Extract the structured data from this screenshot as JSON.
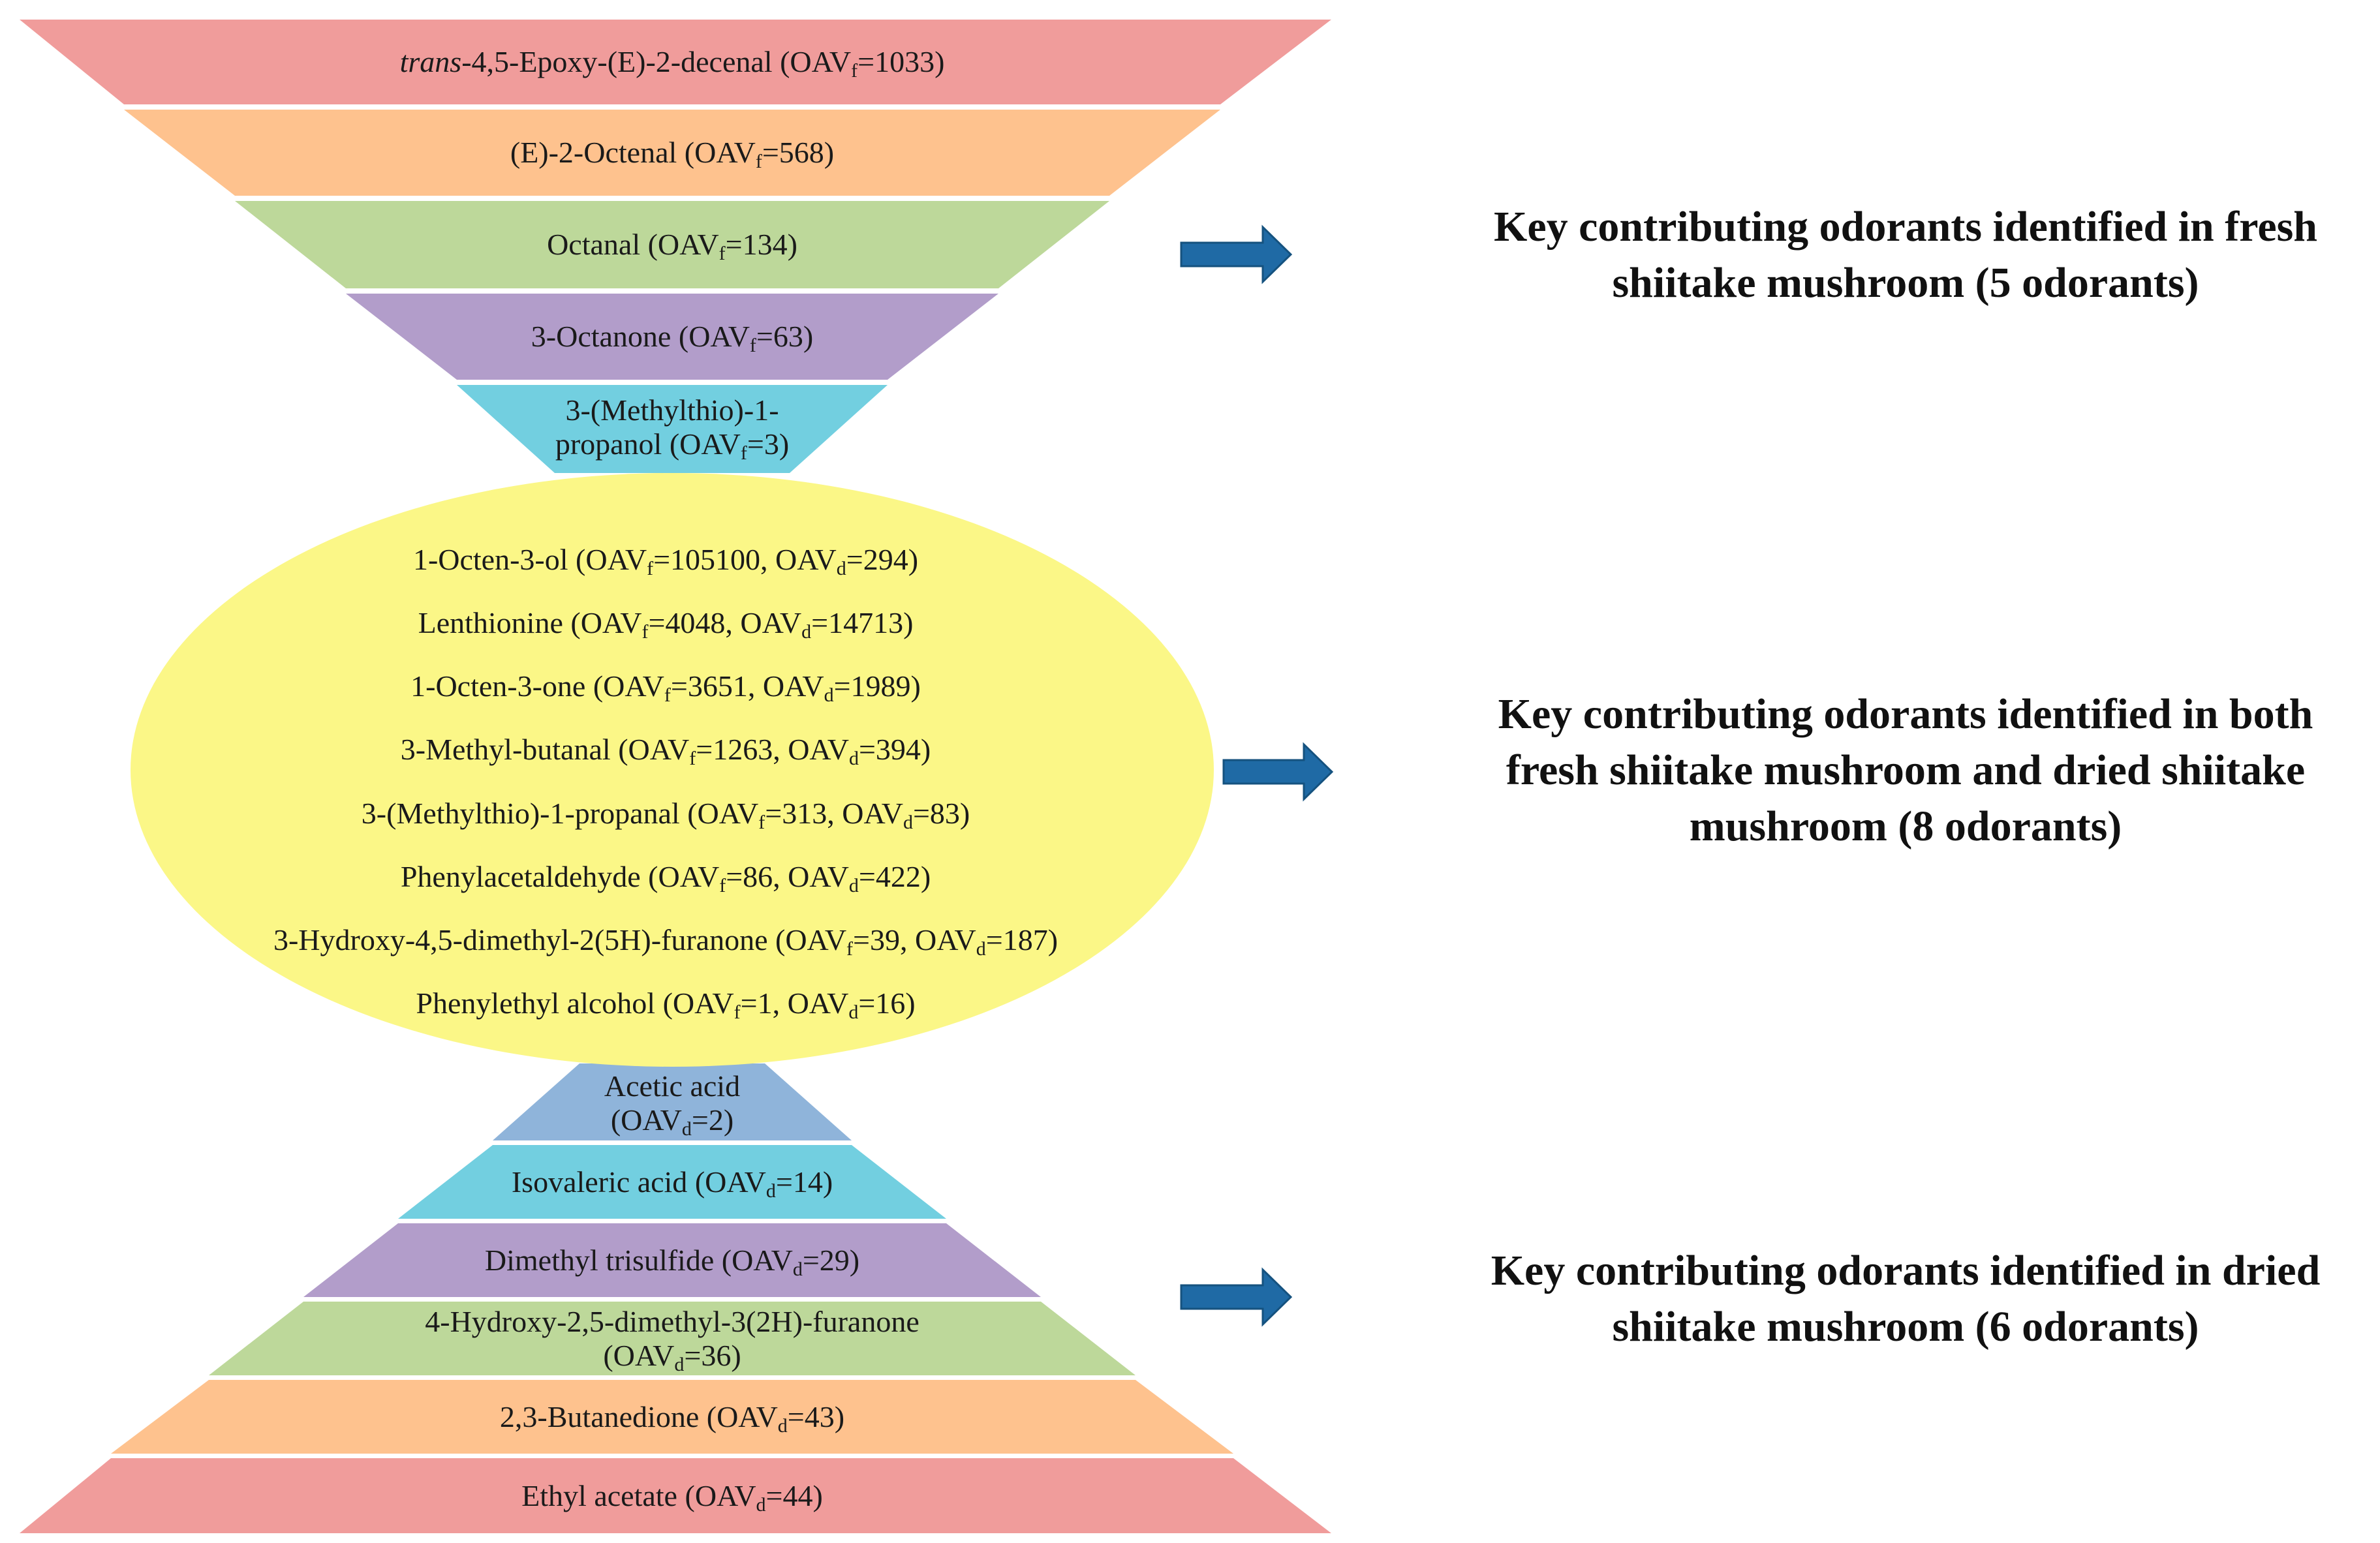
{
  "colors": {
    "red": "#f09c9b",
    "orange": "#fec28e",
    "green": "#bdd89a",
    "purple": "#b29dca",
    "cyan": "#72cfe0",
    "blue": "#8fb4da",
    "ellipse": "#fbf787",
    "arrow": "#1f6aa5",
    "arrow_edge": "#15527f"
  },
  "fresh_bands": [
    {
      "name_italic": "trans",
      "name": "-4,5-Epoxy-(E)-2-decenal",
      "oav": [
        {
          "label": "OAV",
          "sub": "f",
          "value": "1033"
        }
      ]
    },
    {
      "name": "(E)-2-Octenal",
      "oav": [
        {
          "label": "OAV",
          "sub": "f",
          "value": "568"
        }
      ]
    },
    {
      "name": "Octanal",
      "oav": [
        {
          "label": "OAV",
          "sub": "f",
          "value": "134"
        }
      ]
    },
    {
      "name": "3-Octanone",
      "oav": [
        {
          "label": "OAV",
          "sub": "f",
          "value": "63"
        }
      ]
    },
    {
      "line1": "3-(Methylthio)-1-",
      "name": "propanol",
      "oav": [
        {
          "label": "OAV",
          "sub": "f",
          "value": "3"
        }
      ]
    }
  ],
  "shared_items": [
    {
      "name": "1-Octen-3-ol",
      "oav": [
        {
          "label": "OAV",
          "sub": "f",
          "value": "105100"
        },
        {
          "label": "OAV",
          "sub": "d",
          "value": "294"
        }
      ]
    },
    {
      "name": "Lenthionine",
      "oav": [
        {
          "label": "OAV",
          "sub": "f",
          "value": "4048"
        },
        {
          "label": "OAV",
          "sub": "d",
          "value": "14713"
        }
      ]
    },
    {
      "name": "1-Octen-3-one",
      "oav": [
        {
          "label": "OAV",
          "sub": "f",
          "value": "3651"
        },
        {
          "label": "OAV",
          "sub": "d",
          "value": "1989"
        }
      ]
    },
    {
      "name": "3-Methyl-butanal",
      "oav": [
        {
          "label": "OAV",
          "sub": "f",
          "value": "1263"
        },
        {
          "label": "OAV",
          "sub": "d",
          "value": "394"
        }
      ]
    },
    {
      "name": "3-(Methylthio)-1-propanal",
      "oav": [
        {
          "label": "OAV",
          "sub": "f",
          "value": "313"
        },
        {
          "label": "OAV",
          "sub": "d",
          "value": "83"
        }
      ]
    },
    {
      "name": "Phenylacetaldehyde",
      "oav": [
        {
          "label": "OAV",
          "sub": "f",
          "value": "86"
        },
        {
          "label": "OAV",
          "sub": "d",
          "value": "422"
        }
      ]
    },
    {
      "name": "3-Hydroxy-4,5-dimethyl-2(5H)-furanone",
      "oav": [
        {
          "label": "OAV",
          "sub": "f",
          "value": "39"
        },
        {
          "label": "OAV",
          "sub": "d",
          "value": "187"
        }
      ]
    },
    {
      "name": "Phenylethyl  alcohol",
      "oav": [
        {
          "label": "OAV",
          "sub": "f",
          "value": "1"
        },
        {
          "label": "OAV",
          "sub": "d",
          "value": "16"
        }
      ]
    }
  ],
  "dried_bands": [
    {
      "line1": "Acetic acid",
      "name": "",
      "oav": [
        {
          "label": "OAV",
          "sub": "d",
          "value": "2"
        }
      ]
    },
    {
      "name": "Isovaleric acid",
      "oav": [
        {
          "label": "OAV",
          "sub": "d",
          "value": "14"
        }
      ]
    },
    {
      "name": "Dimethyl trisulfide",
      "oav": [
        {
          "label": "OAV",
          "sub": "d",
          "value": "29"
        }
      ]
    },
    {
      "line1": "4-Hydroxy-2,5-dimethyl-3(2H)-furanone",
      "name": "",
      "oav": [
        {
          "label": "OAV",
          "sub": "d",
          "value": "36"
        }
      ]
    },
    {
      "name": "2,3-Butanedione",
      "oav": [
        {
          "label": "OAV",
          "sub": "d",
          "value": "43"
        }
      ]
    },
    {
      "name": "Ethyl acetate",
      "oav": [
        {
          "label": "OAV",
          "sub": "d",
          "value": "44"
        }
      ]
    }
  ],
  "summaries": {
    "fresh": [
      "Key contributing odorants identified in fresh",
      "shiitake mushroom  (5 odorants)"
    ],
    "both": [
      "Key contributing odorants identified in both",
      "fresh shiitake mushroom  and dried shiitake",
      "mushroom  (8 odorants)"
    ],
    "dried": [
      "Key contributing odorants identified in dried",
      "shiitake mushroom  (6 odorants)"
    ]
  }
}
